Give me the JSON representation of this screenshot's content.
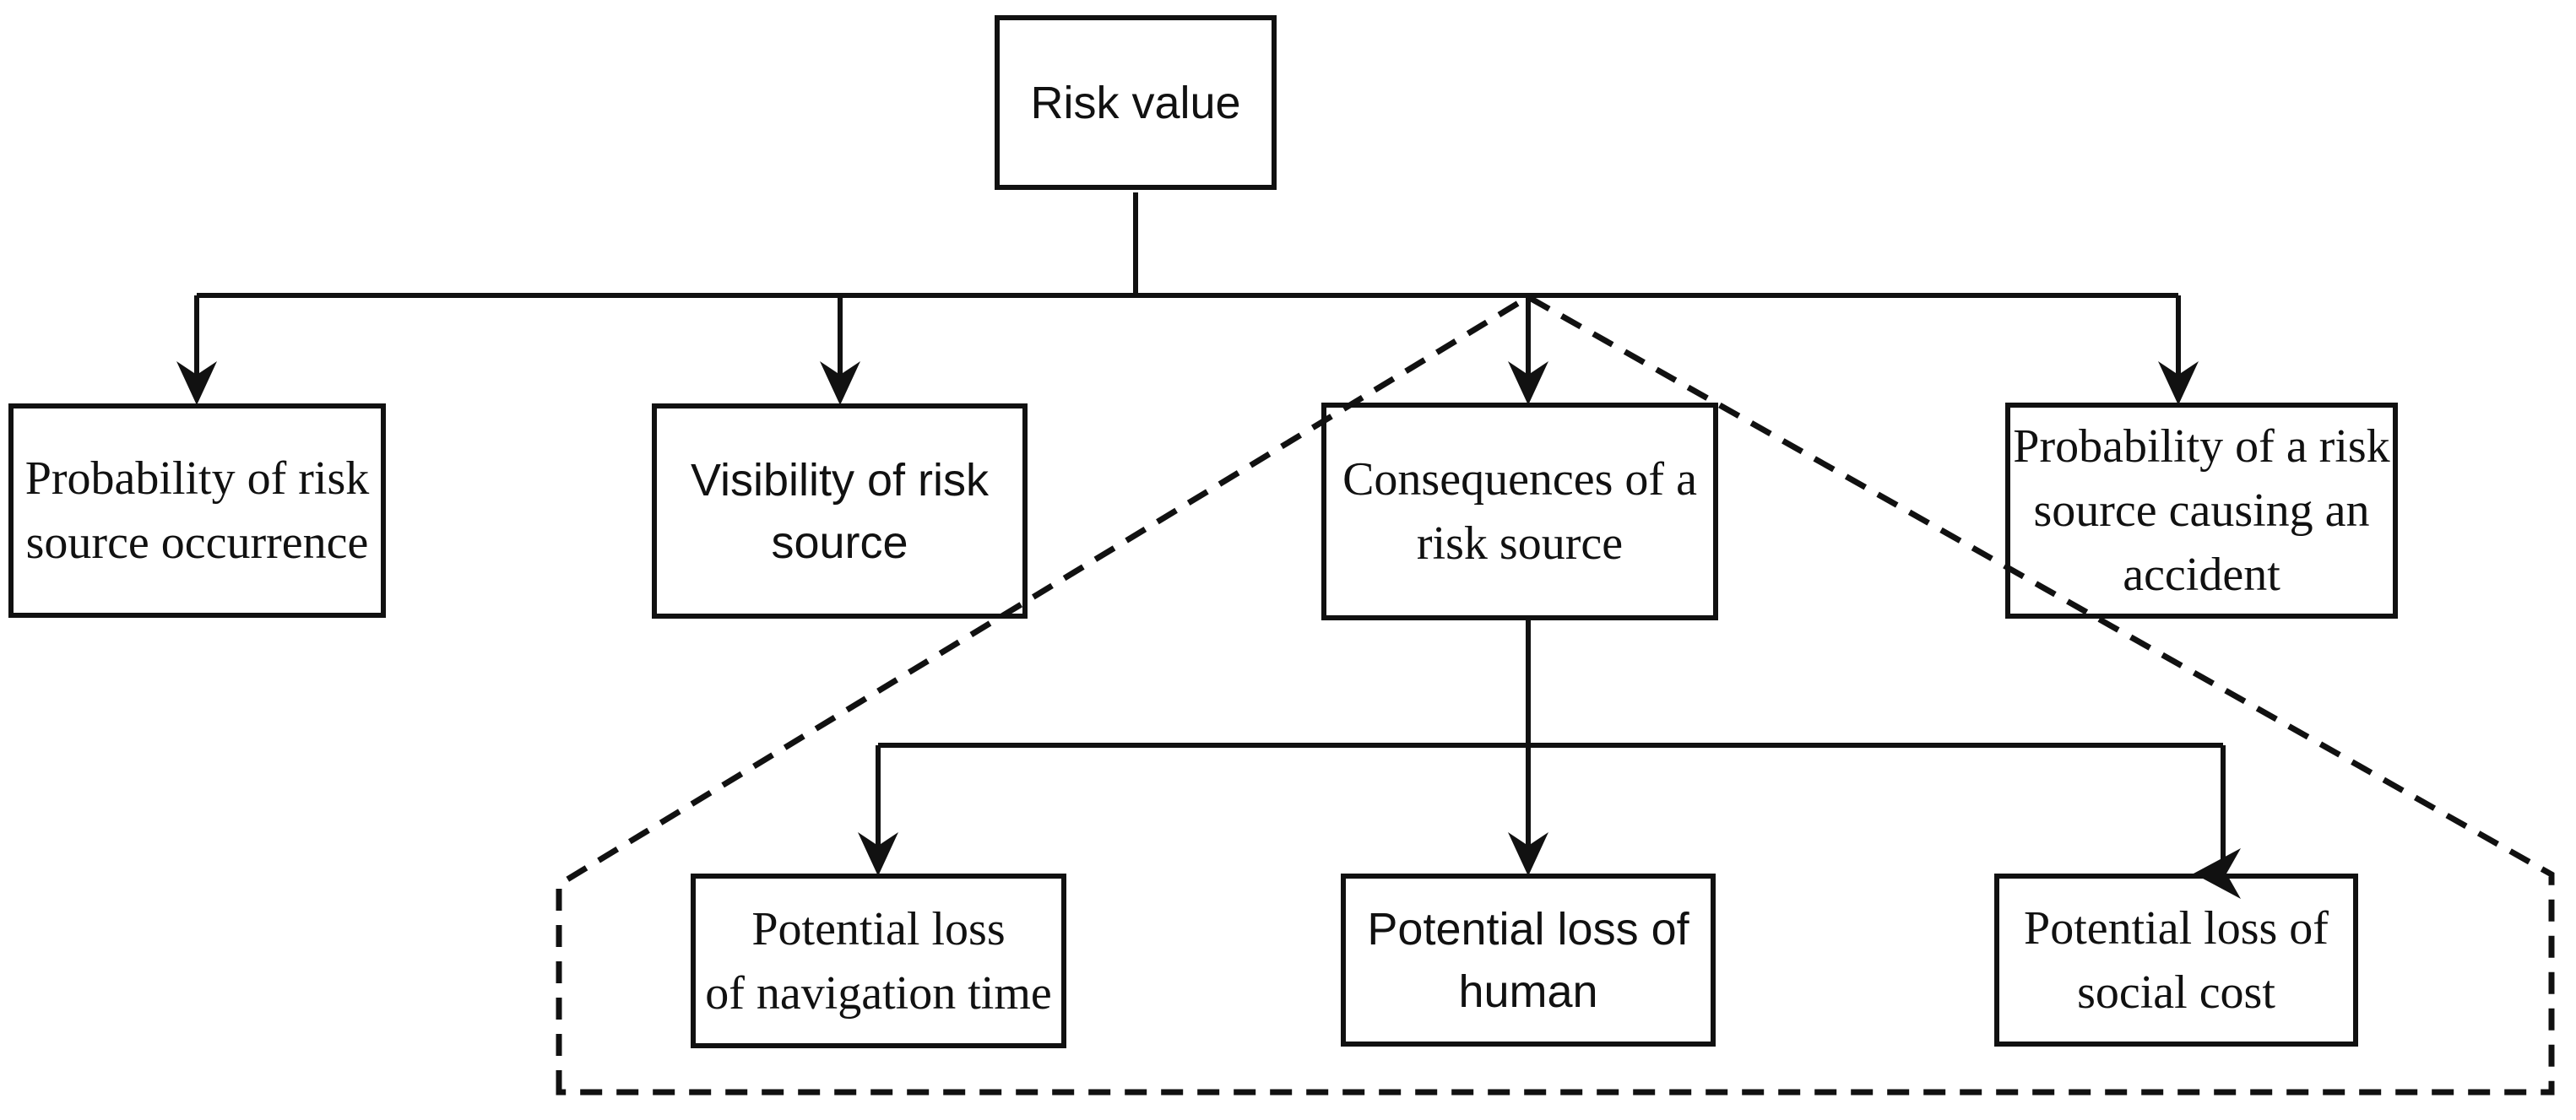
{
  "diagram": {
    "background_color": "#ffffff",
    "line_color": "#111111",
    "nodes": {
      "risk_value": {
        "label": "Risk value"
      },
      "prob_occurrence": {
        "label": "Probability of risk\nsource occurrence"
      },
      "visibility": {
        "label": "Visibility of risk\nsource"
      },
      "consequences": {
        "label": "Consequences of a\nrisk source"
      },
      "prob_accident": {
        "label": "Probability of a risk\nsource causing an\naccident"
      },
      "loss_navigation_time": {
        "label": "Potential loss\nof navigation time"
      },
      "loss_human": {
        "label": "Potential loss of\nhuman"
      },
      "loss_social_cost": {
        "label": "Potential loss of\nsocial cost"
      }
    },
    "edges": [
      {
        "from": "risk_value",
        "to": "prob_occurrence",
        "style": "solid-arrow"
      },
      {
        "from": "risk_value",
        "to": "visibility",
        "style": "solid-arrow"
      },
      {
        "from": "risk_value",
        "to": "consequences",
        "style": "solid-arrow"
      },
      {
        "from": "risk_value",
        "to": "prob_accident",
        "style": "solid-arrow"
      },
      {
        "from": "consequences",
        "to": "loss_navigation_time",
        "style": "solid-arrow"
      },
      {
        "from": "consequences",
        "to": "loss_human",
        "style": "solid-arrow"
      },
      {
        "from": "consequences",
        "to": "loss_social_cost",
        "style": "solid-arrow-left-head"
      }
    ],
    "dashed_region": {
      "style": "dashed-outline",
      "apex_at": "consequences",
      "encloses": [
        "loss_navigation_time",
        "loss_human",
        "loss_social_cost"
      ]
    }
  }
}
